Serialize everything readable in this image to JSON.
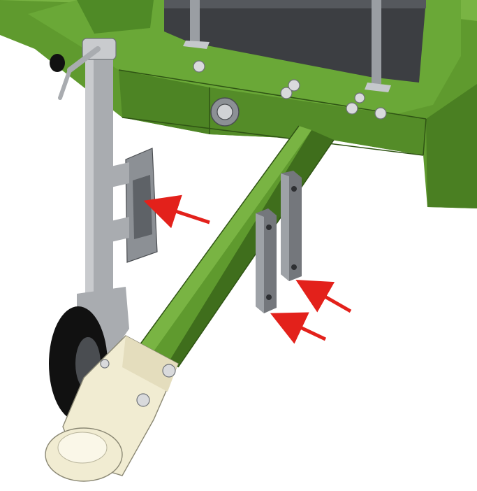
{
  "colors": {
    "frame_green": "#5f9a2e",
    "frame_green_light": "#79b443",
    "frame_green_dark": "#3f6e1c",
    "steel": "#a9acb0",
    "steel_dark": "#6e7277",
    "box_dark": "#3c3e42",
    "coupler": "#f1ecd2",
    "tire": "#111111",
    "arrow_red": "#e3211b",
    "background": "#ffffff"
  },
  "components": [
    "trailer-frame",
    "equipment-housing",
    "drawbar",
    "jockey-wheel",
    "mounting-bracket",
    "support-strap-left",
    "support-strap-right",
    "hitch-coupler",
    "cable-gland"
  ],
  "arrows": [
    {
      "target": "mounting-bracket",
      "direction": "left"
    },
    {
      "target": "support-strap-right",
      "direction": "left"
    },
    {
      "target": "support-strap-left",
      "direction": "left"
    }
  ]
}
